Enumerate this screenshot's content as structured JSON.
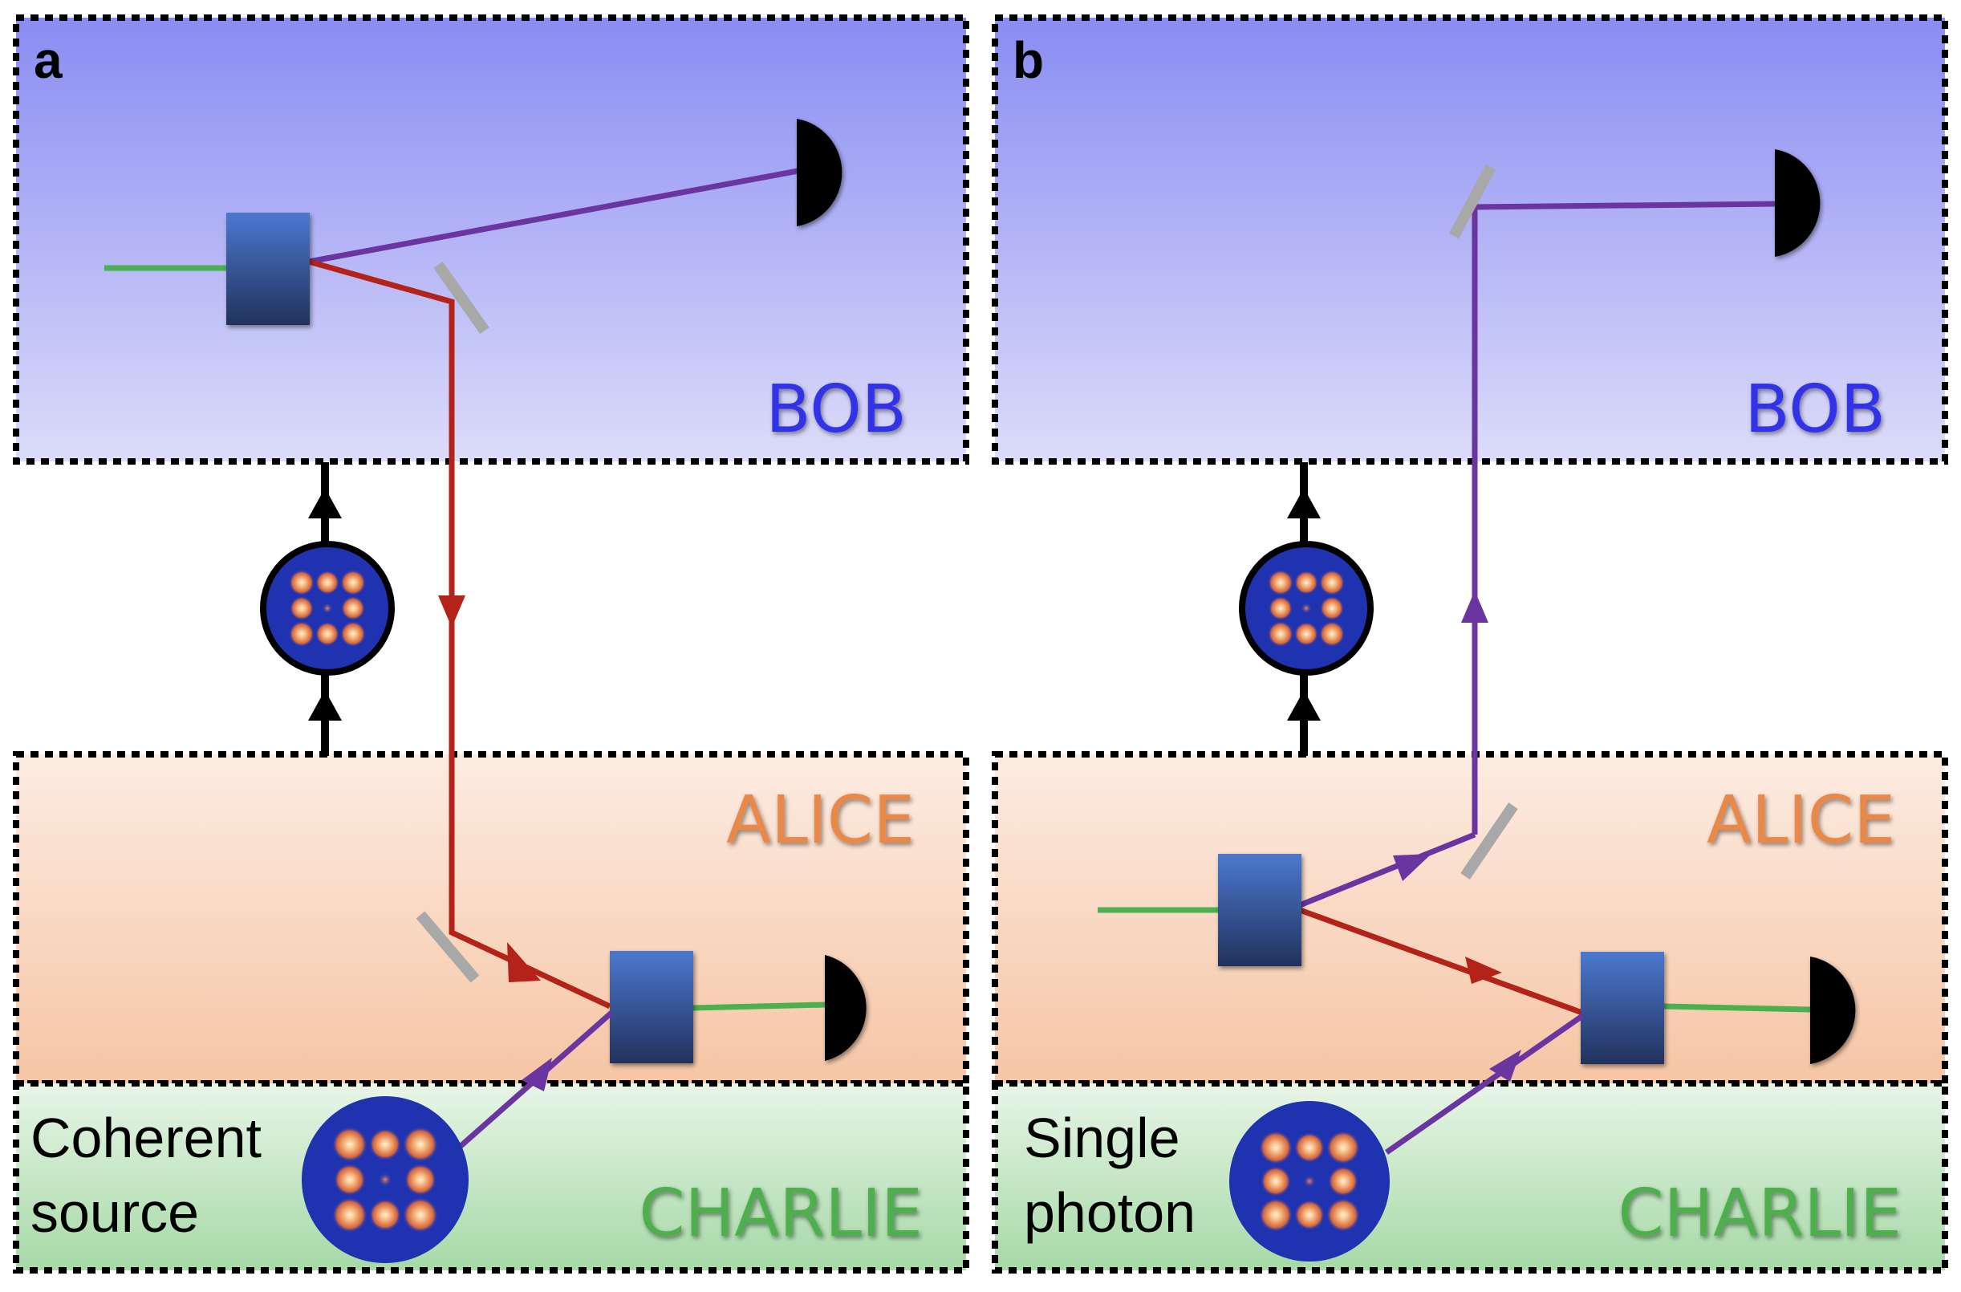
{
  "panels": [
    {
      "letter": "a",
      "bob_label": "BOB",
      "alice_label": "ALICE",
      "charlie_label": "CHARLIE",
      "source_label": [
        "Coherent",
        "source"
      ]
    },
    {
      "letter": "b",
      "bob_label": "BOB",
      "alice_label": "ALICE",
      "charlie_label": "CHARLIE",
      "source_label": [
        "Single",
        "photon"
      ]
    }
  ],
  "colors": {
    "bob_text": "#3333e6",
    "alice_text": "#e8884a",
    "charlie_text": "#4faf50",
    "bob_bg_top": "#8a8cf2",
    "bob_bg_bottom": "#d9dafa",
    "alice_bg_top": "#fbe9df",
    "alice_bg_bottom": "#f6c9a8",
    "charlie_bg_top": "#e6f4e6",
    "charlie_bg_bottom": "#a8dba8",
    "red_beam": "#b3231a",
    "purple_beam": "#6a35a0",
    "green_beam": "#4caf50",
    "mirror": "#a8a8a8",
    "beamsplitter_top": "#4a74c9",
    "beamsplitter_bottom": "#23345f",
    "detector": "#000000",
    "mode_circle": "#1f33b0"
  }
}
